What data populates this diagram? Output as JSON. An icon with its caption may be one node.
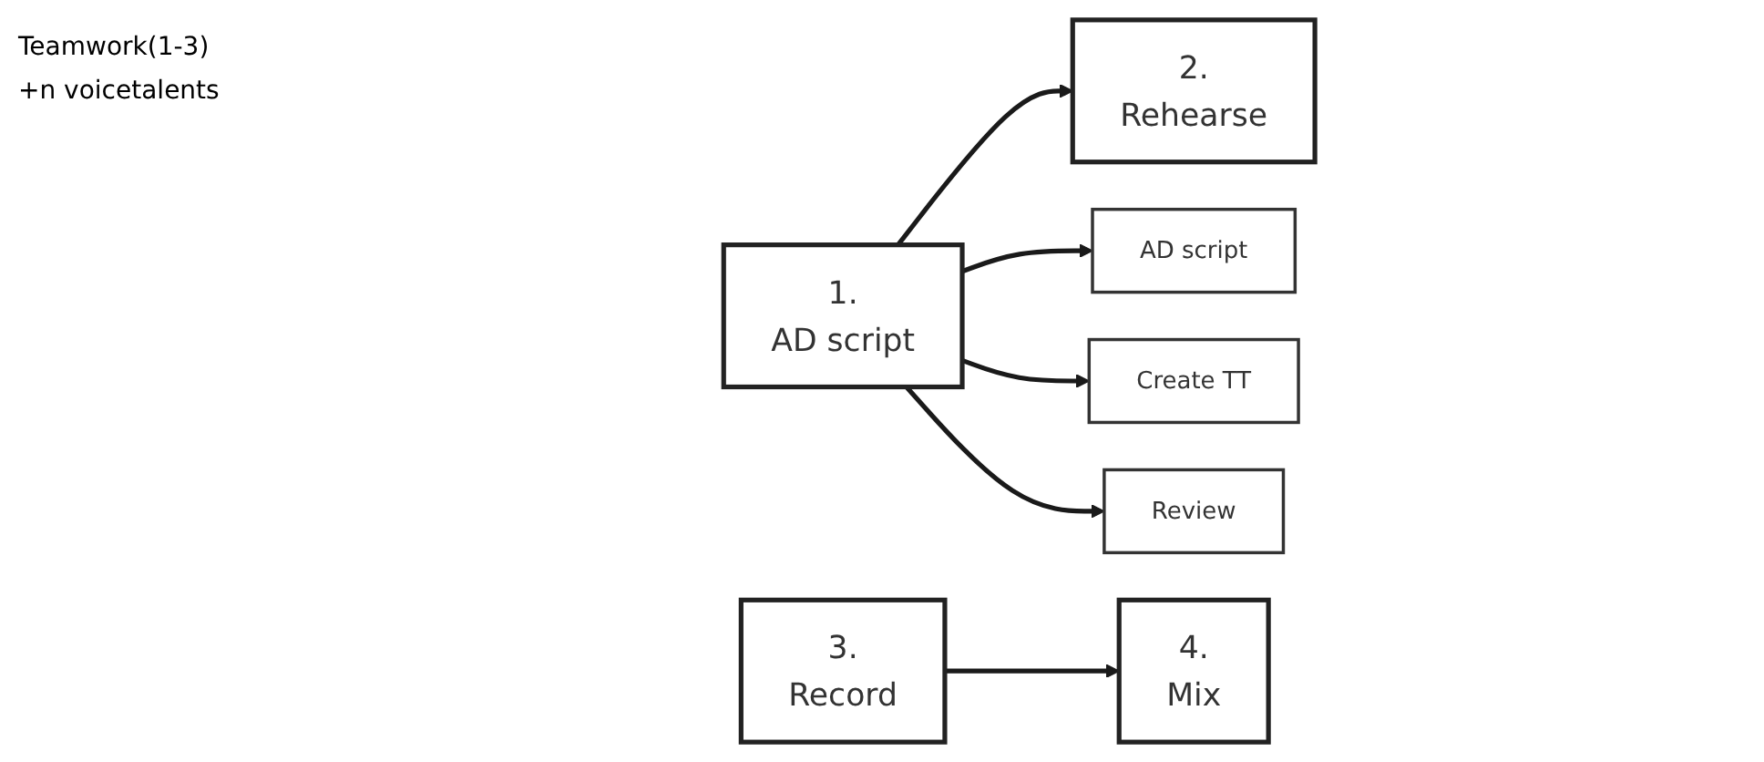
{
  "diagram": {
    "nodes": [
      {
        "text": [
          "1.",
          "AD script"
        ]
      },
      {
        "text": [
          "2.",
          "Rehearse"
        ]
      },
      {
        "text": [
          "3.",
          "Record"
        ]
      },
      {
        "text": [
          "4.",
          "Mix"
        ]
      },
      {
        "text": [
          "AD script"
        ]
      },
      {
        "text": [
          "Create TT"
        ]
      },
      {
        "text": [
          "Review"
        ]
      }
    ],
    "edges": [
      {
        "from": 0,
        "to": 1,
        "arrow": "to"
      },
      {
        "from": 2,
        "to": 3,
        "arrow": "to"
      },
      {
        "from": 0,
        "to": 4,
        "arrow": "to"
      },
      {
        "from": 0,
        "to": 5,
        "arrow": "to"
      },
      {
        "from": 0,
        "to": 6,
        "arrow": "to"
      }
    ],
    "labels": [
      "Teamwork(1-3)",
      "+n voicetalents"
    ]
  }
}
